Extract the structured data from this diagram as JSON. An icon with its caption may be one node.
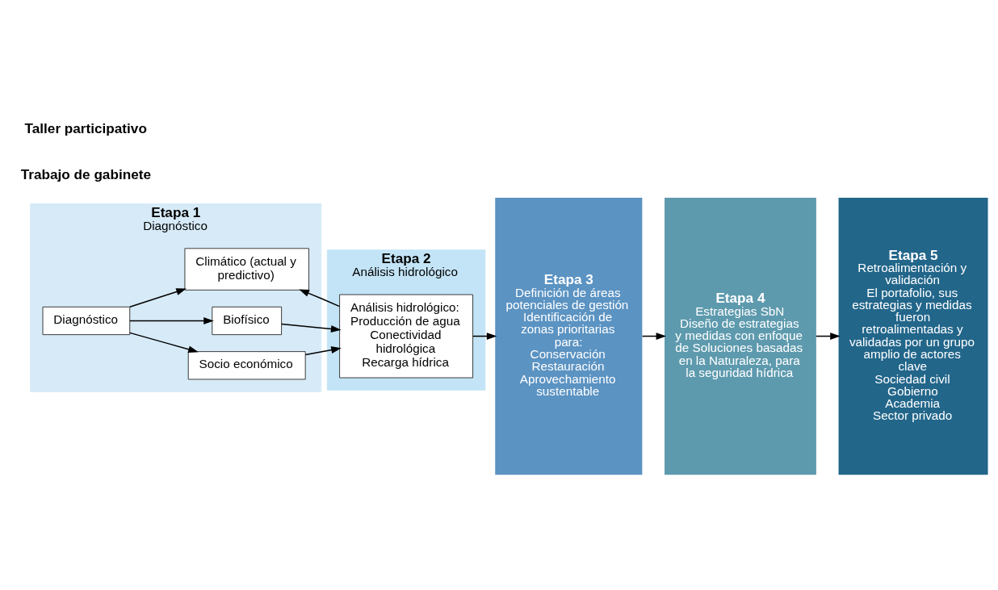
{
  "diagram": {
    "nodes": [
      {
        "text": [
          "Etapa 1",
          "Diagnóstico"
        ]
      },
      {
        "text": [
          "Diagnóstico"
        ],
        "in": 0
      },
      {
        "text": [
          "Socio económico"
        ],
        "in": 0
      },
      {
        "text": [
          "Biofísico"
        ],
        "in": 0
      },
      {
        "text": [
          "Climático (actual y predictivo)"
        ],
        "in": 0
      },
      {
        "text": [
          "Etapa 2",
          "Análisis hidrológico"
        ]
      },
      {
        "text": [
          "Análisis hidrológico:",
          "Producción de agua",
          "Conectividad hidrológica",
          "Recarga hídrica"
        ],
        "in": 5
      },
      {
        "text": [
          "Etapa 3",
          "Definición de áreas potenciales de gestión",
          "Identificación de zonas prioritarias para:",
          "Conservación",
          "Restauración",
          "Aprovechamiento sustentable"
        ]
      },
      {
        "text": [
          "Etapa 4",
          "Estrategias SbN",
          "Diseño de estrategias y medidas con enfoque de Soluciones basadas en la Naturaleza, para la seguridad hídrica"
        ]
      },
      {
        "text": [
          "Etapa 5",
          "Retroalimentación y validación",
          "El portafolio, sus estrategias y medidas fueron retroalimentadas y validadas por un grupo amplio de actores clave",
          "Sociedad civil",
          "Gobierno",
          "Academia",
          "Sector privado"
        ]
      }
    ],
    "edges": [
      {
        "from": 1,
        "to": 2,
        "arrow": "to"
      },
      {
        "from": 1,
        "to": 3,
        "arrow": "to"
      },
      {
        "from": 1,
        "to": 4,
        "arrow": "to"
      },
      {
        "from": 2,
        "to": 6,
        "arrow": "to"
      },
      {
        "from": 3,
        "to": 6,
        "arrow": "to"
      },
      {
        "from": 6,
        "to": 7,
        "arrow": "to"
      },
      {
        "from": 6,
        "to": 4,
        "arrow": "to"
      },
      {
        "from": 7,
        "to": 8,
        "arrow": "to"
      },
      {
        "from": 8,
        "to": 9,
        "arrow": "to"
      }
    ],
    "labels": [
      "Trabajo de gabinete",
      "Taller participativo"
    ]
  }
}
